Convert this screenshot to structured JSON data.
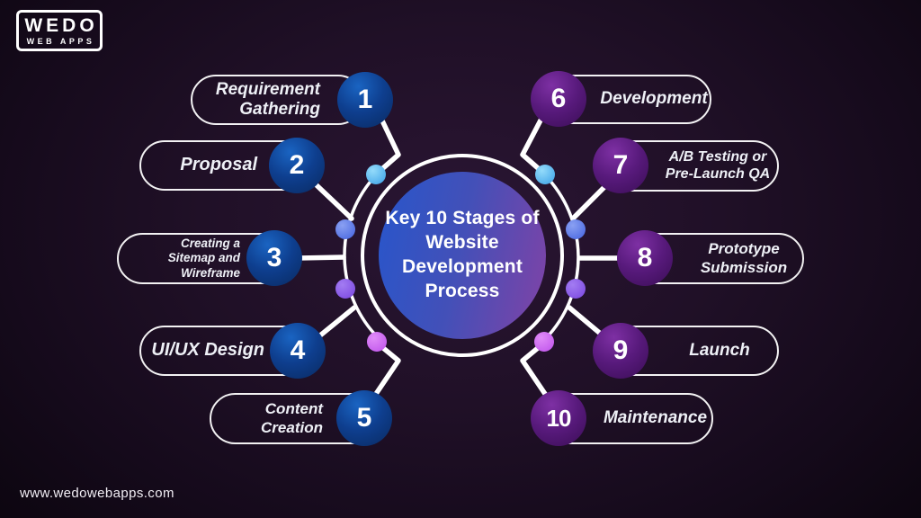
{
  "logo": {
    "line1": "WEDO",
    "line2": "WEB APPS"
  },
  "footer": {
    "url": "www.wedowebapps.com"
  },
  "center": {
    "title": "Key 10 Stages of\nWebsite\nDevelopment\nProcess"
  },
  "colors": {
    "background": "#150a1b",
    "center_gradient_start": "#2c55c8",
    "center_gradient_end": "#7a44a8",
    "left_stage_circle": "#0e3e8e",
    "right_stage_circle": "#581a7c",
    "dot_lightblue": "#5fb8ef",
    "dot_blue": "#5a7fe8",
    "dot_purple": "#8d5fe8",
    "dot_pink": "#cf68f0",
    "line_color": "#ffffff"
  },
  "stages": [
    {
      "number": "1",
      "label": "Requirement\nGathering"
    },
    {
      "number": "2",
      "label": "Proposal"
    },
    {
      "number": "3",
      "label": "Creating a\nSitemap and\nWireframe"
    },
    {
      "number": "4",
      "label": "UI/UX Design"
    },
    {
      "number": "5",
      "label": "Content\nCreation"
    },
    {
      "number": "6",
      "label": "Development"
    },
    {
      "number": "7",
      "label": "A/B Testing or\nPre-Launch QA"
    },
    {
      "number": "8",
      "label": "Prototype\nSubmission"
    },
    {
      "number": "9",
      "label": "Launch"
    },
    {
      "number": "10",
      "label": "Maintenance"
    }
  ]
}
